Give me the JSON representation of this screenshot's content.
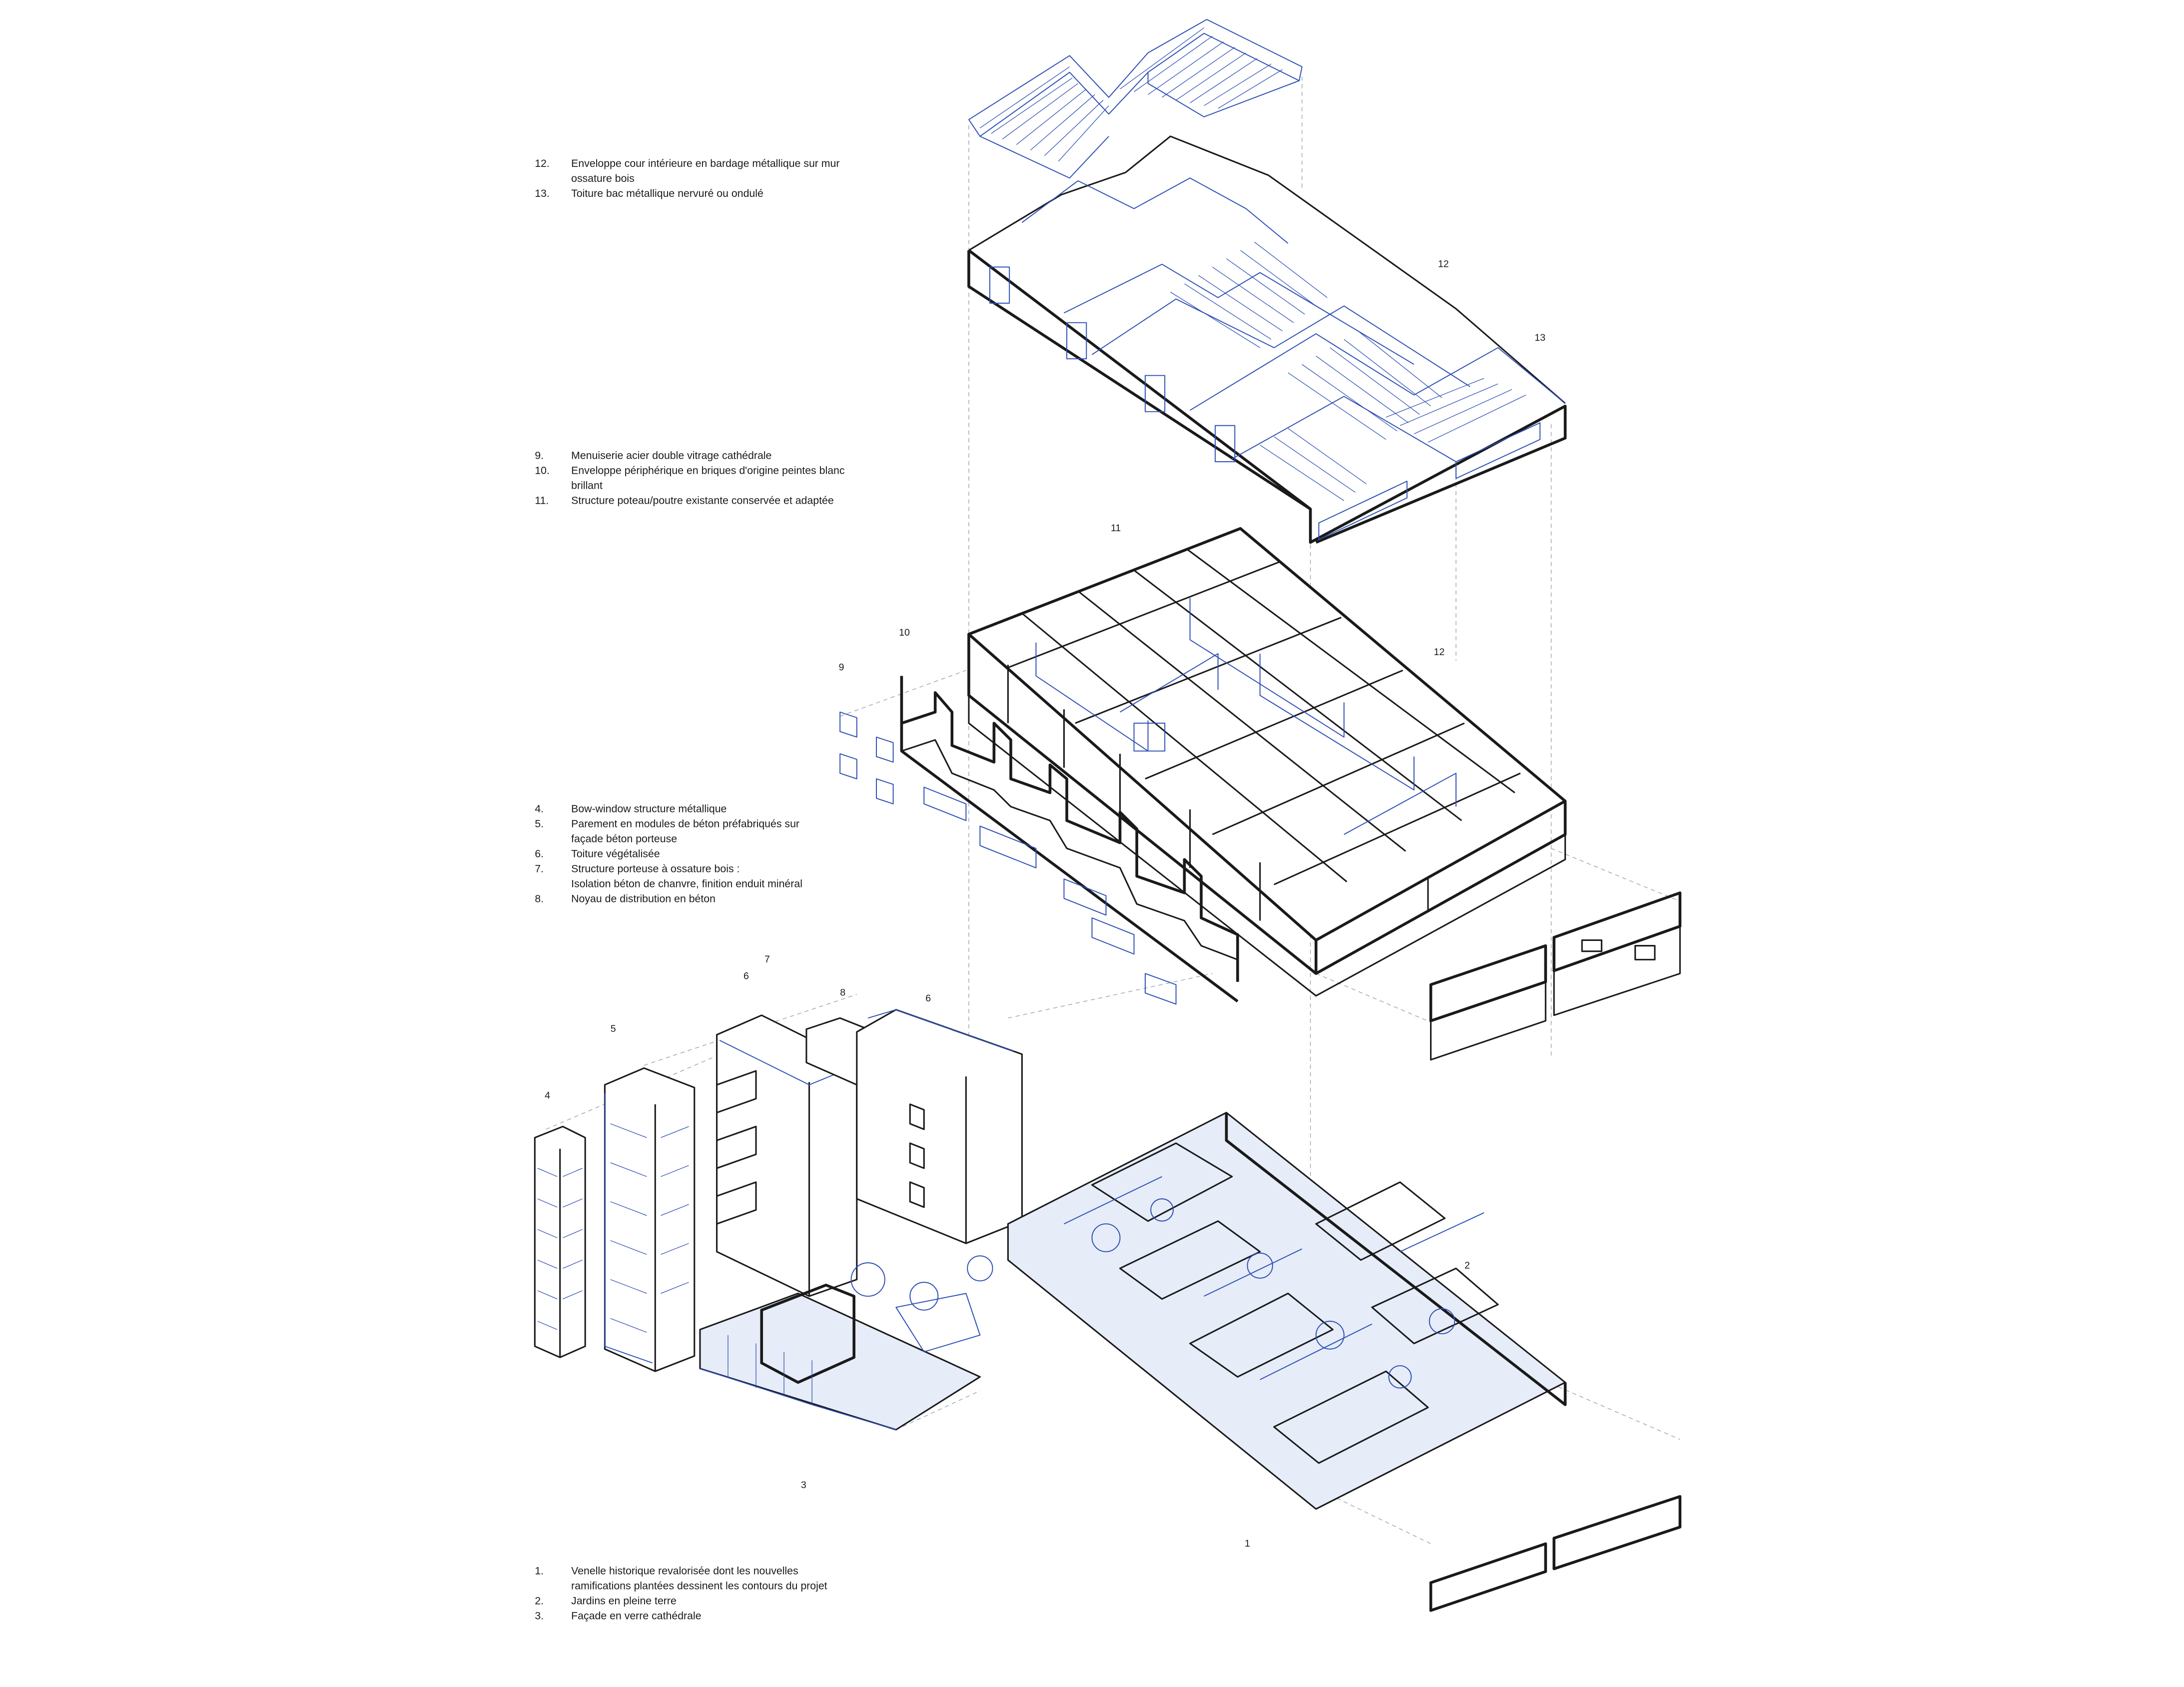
{
  "legend": {
    "roof": [
      {
        "num": "12.",
        "lines": [
          "Enveloppe cour intérieure en bardage métallique sur mur",
          "ossature bois"
        ]
      },
      {
        "num": "13.",
        "lines": [
          "Toiture bac métallique nervuré ou ondulé"
        ]
      }
    ],
    "structure": [
      {
        "num": "9.",
        "lines": [
          "Menuiserie acier double vitrage cathédrale"
        ]
      },
      {
        "num": "10.",
        "lines": [
          "Enveloppe périphérique en briques d'origine peintes blanc",
          "brillant"
        ]
      },
      {
        "num": "11.",
        "lines": [
          "Structure poteau/poutre existante conservée et adaptée"
        ]
      }
    ],
    "housing": [
      {
        "num": "4.",
        "lines": [
          "Bow-window structure métallique"
        ]
      },
      {
        "num": "5.",
        "lines": [
          "Parement en modules de béton préfabriqués sur",
          "façade béton porteuse"
        ]
      },
      {
        "num": "6.",
        "lines": [
          "Toiture végétalisée"
        ]
      },
      {
        "num": "7.",
        "lines": [
          "Structure porteuse à ossature bois :",
          "Isolation béton de chanvre, finition enduit minéral"
        ]
      },
      {
        "num": "8.",
        "lines": [
          "Noyau de distribution en béton"
        ]
      }
    ],
    "ground": [
      {
        "num": "1.",
        "lines": [
          "Venelle historique revalorisée dont les nouvelles",
          "ramifications plantées dessinent les contours du projet"
        ]
      },
      {
        "num": "2.",
        "lines": [
          "Jardins en pleine terre"
        ]
      },
      {
        "num": "3.",
        "lines": [
          "Façade en verre cathédrale"
        ]
      }
    ]
  },
  "callouts": {
    "roof_12": "12",
    "roof_13": "13",
    "struct_11": "11",
    "struct_10": "10",
    "struct_12": "12",
    "struct_9": "9",
    "house_7": "7",
    "house_6a": "6",
    "house_8": "8",
    "house_6b": "6",
    "house_5": "5",
    "house_4": "4",
    "ground_2": "2",
    "ground_3": "3",
    "ground_1": "1"
  },
  "colors": {
    "ink": "#1a1a1a",
    "line_blue": "#2c4fb5"
  }
}
